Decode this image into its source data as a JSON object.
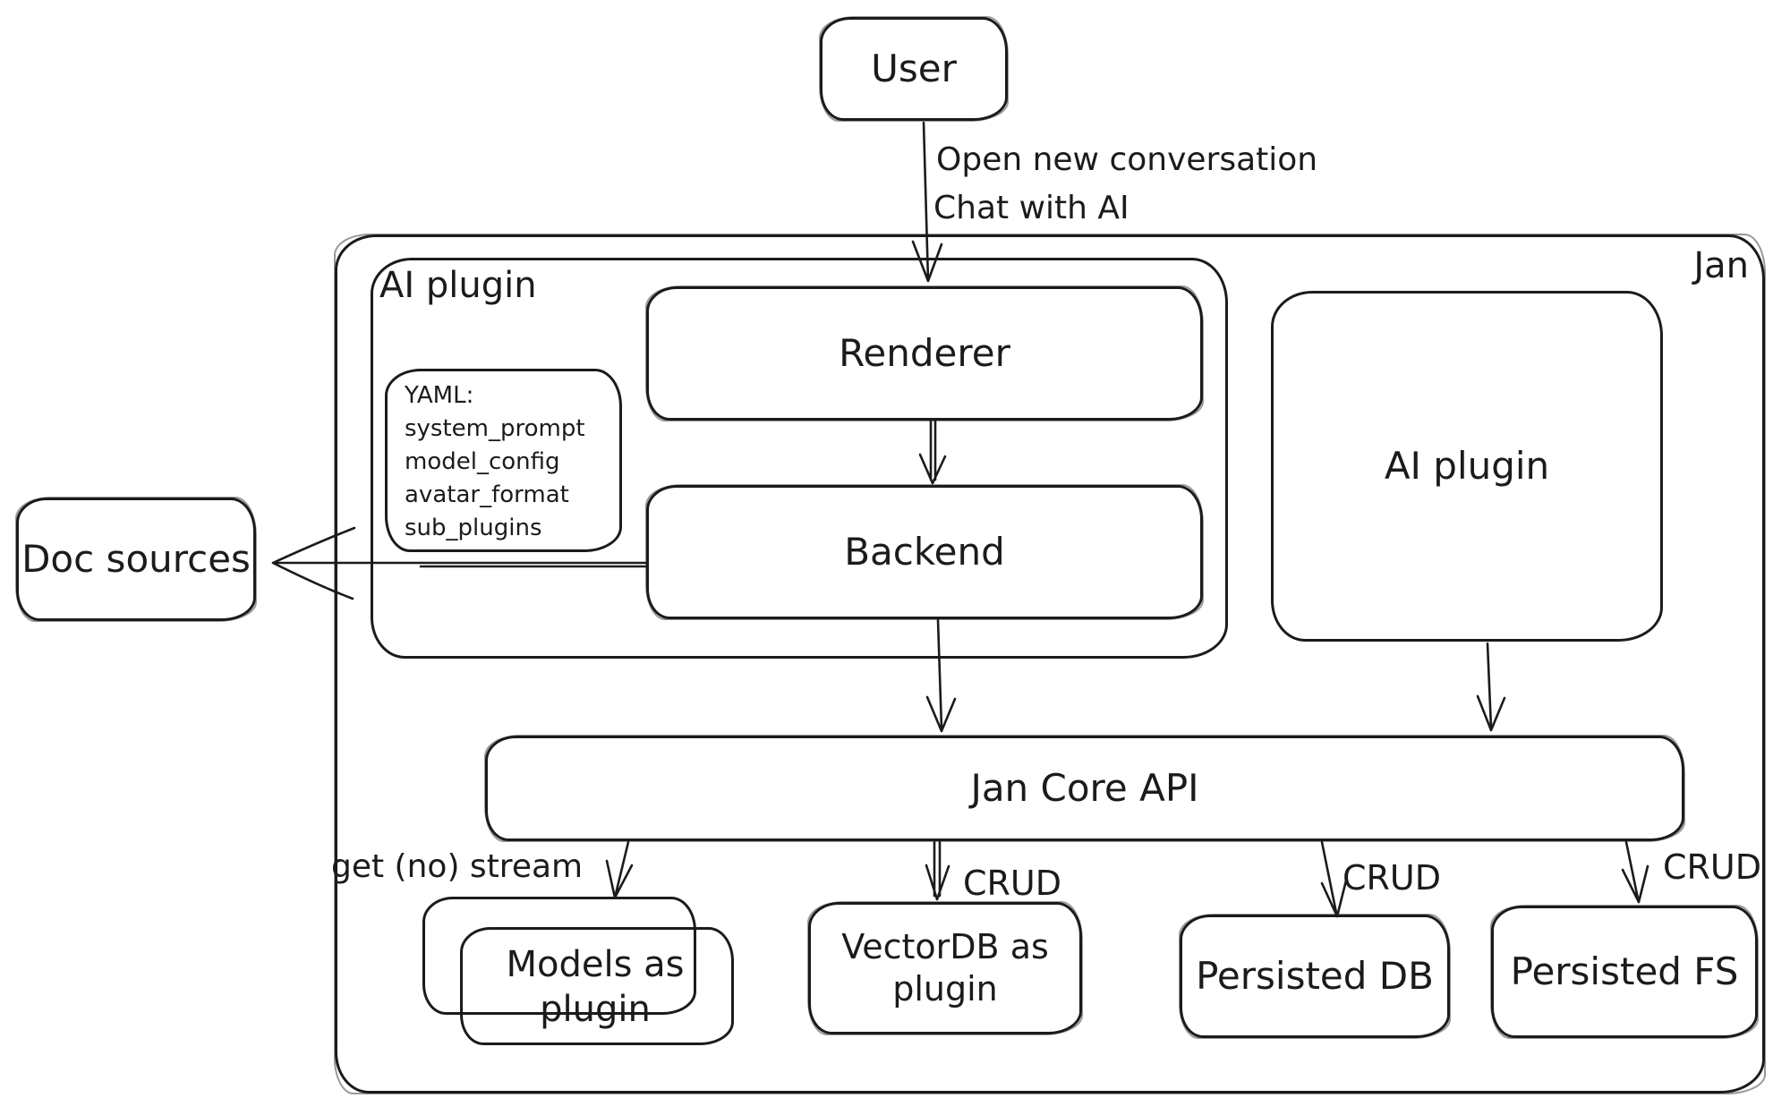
{
  "colors": {
    "stroke": "#1b1b1b",
    "background": "#ffffff"
  },
  "nodes": {
    "user": "User",
    "jan": "Jan",
    "ai_plugin_left": "AI plugin",
    "renderer": "Renderer",
    "backend": "Backend",
    "doc_sources": "Doc sources",
    "ai_plugin_right": "AI plugin",
    "jan_core_api": "Jan Core API",
    "models_as_plugin": "Models as\nplugin",
    "vectordb_as_plugin": "VectorDB as\nplugin",
    "persisted_db": "Persisted DB",
    "persisted_fs": "Persisted FS"
  },
  "yaml_note": {
    "title": "YAML:",
    "lines": [
      "system_prompt",
      "model_config",
      "avatar_format",
      "sub_plugins"
    ]
  },
  "edges": {
    "user_to_jan": {
      "line1": "Open new conversation",
      "line2": "Chat with AI"
    },
    "jan_core_to_models": {
      "label": "get (no) stream"
    },
    "jan_core_to_vectordb": {
      "label": "CRUD"
    },
    "jan_core_to_persisted_db": {
      "label": "CRUD"
    },
    "jan_core_to_persisted_fs": {
      "label": "CRUD"
    }
  }
}
